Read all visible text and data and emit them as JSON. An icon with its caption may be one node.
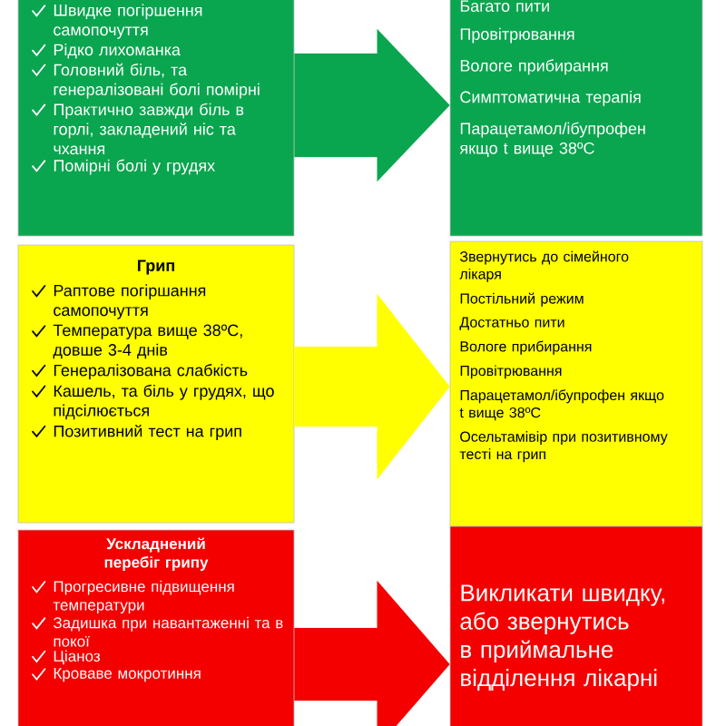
{
  "diagram": {
    "nodes": [
      {
        "text": [
          "Швидке погіршення самопочуття",
          "Рідко лихоманка",
          "Головний біль, та генералізовані болі помірні",
          "Практично завжди біль в горлі, закладений ніс та чхання",
          "Помірні болі у грудях"
        ]
      },
      {
        "text": [
          "Багато пити",
          "Провітрювання",
          "Вологе прибирання",
          "Симптоматична терапія",
          "Парацетамол/ібупрофен якщо t вище 38ºC"
        ]
      },
      {
        "text": [
          "Грип",
          "Раптове погіршання самопочуття",
          "Температура вище 38ºC, довше 3-4 днів",
          "Генералізована слабкість",
          "Кашель, та біль у грудях, що підсілюється",
          "Позитивний тест на грип"
        ]
      },
      {
        "text": [
          "Звернутись до сімейного лікаря",
          "Постільний режим",
          "Достатньо пити",
          "Вологе прибирання",
          "Провітрювання",
          "Парацетамол/ібупрофен якщо t вище 38ºC",
          "Осельтамівір при позитивному тесті на грип"
        ]
      },
      {
        "text": [
          "Ускладнений перебіг грипу",
          "Прогресивне підвищення температури",
          "Задишка при навантаженні та в покої",
          "Ціаноз",
          "Кроваве мокротиння"
        ]
      },
      {
        "text": [
          "Викликати швидку, або звернутись в приймальне відділення лікарні"
        ]
      }
    ],
    "edges": [
      {
        "from": 0,
        "to": 1,
        "arrow": "to",
        "color": "#0aa54f"
      },
      {
        "from": 2,
        "to": 3,
        "arrow": "to",
        "color": "#ffff00"
      },
      {
        "from": 4,
        "to": 5,
        "arrow": "to",
        "color": "#f40000"
      }
    ]
  }
}
